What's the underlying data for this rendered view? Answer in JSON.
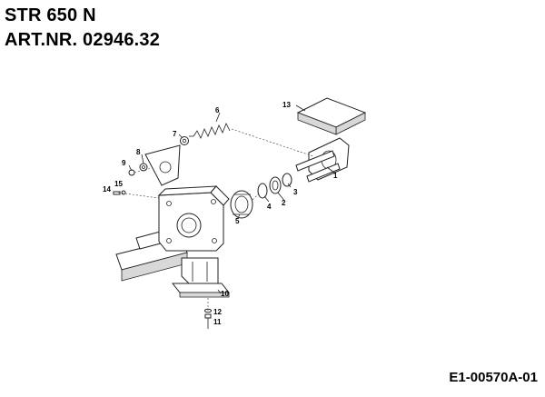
{
  "title_line1": "STR 650 N",
  "title_line2": "ART.NR. 02946.32",
  "drawing_ref": "E1-00570A-01",
  "part_labels": [
    {
      "id": "p1",
      "text": "1"
    },
    {
      "id": "p2",
      "text": "2"
    },
    {
      "id": "p3",
      "text": "3"
    },
    {
      "id": "p4",
      "text": "4"
    },
    {
      "id": "p5",
      "text": "5"
    },
    {
      "id": "p6",
      "text": "6"
    },
    {
      "id": "p7",
      "text": "7"
    },
    {
      "id": "p8",
      "text": "8"
    },
    {
      "id": "p9",
      "text": "9"
    },
    {
      "id": "p10",
      "text": "10"
    },
    {
      "id": "p11",
      "text": "11"
    },
    {
      "id": "p12",
      "text": "12"
    },
    {
      "id": "p13",
      "text": "13"
    },
    {
      "id": "p14",
      "text": "14"
    },
    {
      "id": "p15",
      "text": "15"
    }
  ]
}
